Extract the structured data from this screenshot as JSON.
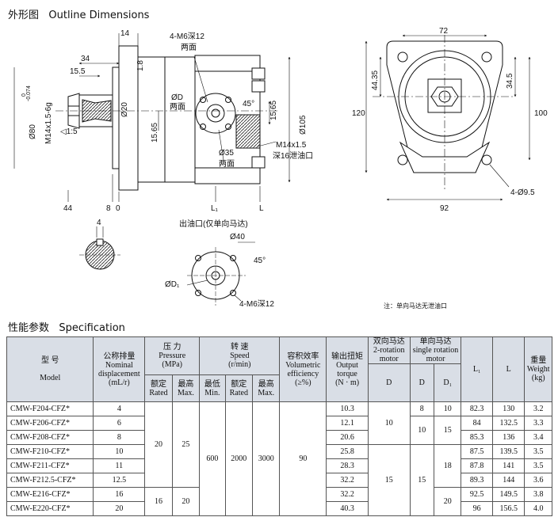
{
  "outline": {
    "title": "外形图",
    "title_en": "Outline Dimensions",
    "labels": {
      "d14": "14",
      "m6_top": "4-M6深12",
      "both_sides_1": "两面",
      "d34": "34",
      "d1_8": "1.8",
      "d15_5": "15.5",
      "phi80": "Ø80",
      "phi80_tol_up": "0",
      "phi80_tol_dn": "-0.074",
      "m14_6g": "M14x1.5-6g",
      "phi20": "Ø20",
      "phiD": "ØD",
      "both_sides_2": "两面",
      "deg45_a": "45°",
      "d15_65_a": "15.65",
      "d15_65_b": "15.65",
      "phi35": "Ø35",
      "both_sides_3": "两面",
      "m14x15": "M14x1.5",
      "drain": "深16泄油口",
      "taper": "1:5",
      "d44": "44",
      "d8": "8",
      "d0": "0",
      "L1": "L₁",
      "L": "L",
      "phi105": "Ø105",
      "d72": "72",
      "d44_35": "44.35",
      "d34_5": "34.5",
      "d120": "120",
      "d100": "100",
      "d92": "92",
      "holes": "4-Ø9.5",
      "key_w": "4",
      "outlet": "出油口(仅单向马达)",
      "phi40": "Ø40",
      "deg45_b": "45°",
      "phiD1": "ØD₁",
      "m6_bottom": "4-M6深12"
    },
    "note": "注：单向马达无泄油口"
  },
  "spec": {
    "title": "性能参数",
    "title_en": "Specification",
    "headers": {
      "model_cn": "型 号",
      "model_en": "Model",
      "disp_cn": "公称排量",
      "disp_en1": "Nominal",
      "disp_en2": "displacement",
      "disp_unit": "(mL/r)",
      "pres_cn": "压 力",
      "pres_en": "Pressure",
      "pres_unit": "(MPa)",
      "rated_cn": "额定",
      "rated_en": "Rated",
      "max_cn": "最高",
      "max_en": "Max.",
      "speed_cn": "转 速",
      "speed_en": "Speed",
      "speed_unit": "(r/min)",
      "min_cn": "最低",
      "min_en": "Min.",
      "srated_cn": "额定",
      "srated_en": "Rated",
      "smax_cn": "最高",
      "smax_en": "Max.",
      "vol_cn": "容积效率",
      "vol_en1": "Volumetric",
      "vol_en2": "efficiency",
      "vol_unit": "(≥%)",
      "torque_cn": "输出扭矩",
      "torque_en1": "Output",
      "torque_en2": "torque",
      "torque_unit": "(N · m)",
      "two_cn": "双向马达",
      "two_en1": "2-rotation",
      "two_en2": "motor",
      "single_cn": "单向马达",
      "single_en1": "single rotation",
      "single_en2": "motor",
      "D_two": "D",
      "D_single": "D",
      "D1": "D₁",
      "L1": "L₁",
      "L": "L",
      "weight_cn": "重量",
      "weight_en": "Weight",
      "weight_unit": "(kg)"
    },
    "rows": [
      {
        "model": "CMW-F204-CFZ*",
        "disp": "4",
        "torque": "10.3",
        "L1": "82.3",
        "L": "130",
        "weight": "3.2"
      },
      {
        "model": "CMW-F206-CFZ*",
        "disp": "6",
        "torque": "12.1",
        "L1": "84",
        "L": "132.5",
        "weight": "3.3"
      },
      {
        "model": "CMW-F208-CFZ*",
        "disp": "8",
        "torque": "20.6",
        "L1": "85.3",
        "L": "136",
        "weight": "3.4"
      },
      {
        "model": "CMW-F210-CFZ*",
        "disp": "10",
        "torque": "25.8",
        "L1": "87.5",
        "L": "139.5",
        "weight": "3.5"
      },
      {
        "model": "CMW-F211-CFZ*",
        "disp": "11",
        "torque": "28.3",
        "L1": "87.8",
        "L": "141",
        "weight": "3.5"
      },
      {
        "model": "CMW-F212.5-CFZ*",
        "disp": "12.5",
        "torque": "32.2",
        "L1": "89.3",
        "L": "144",
        "weight": "3.6"
      },
      {
        "model": "CMW-E216-CFZ*",
        "disp": "16",
        "torque": "32.2",
        "L1": "92.5",
        "L": "149.5",
        "weight": "3.8"
      },
      {
        "model": "CMW-E220-CFZ*",
        "disp": "20",
        "torque": "40.3",
        "L1": "96",
        "L": "156.5",
        "weight": "4.0"
      }
    ],
    "merged": {
      "rated_20": "20",
      "max_25": "25",
      "rated_16": "16",
      "max_20": "20",
      "speed_min": "600",
      "speed_rated": "2000",
      "speed_max": "3000",
      "vol_eff": "90",
      "twoD_10": "10",
      "twoD_15": "15",
      "sD_8": "8",
      "sD1_10": "10",
      "sD_10": "10",
      "sD1_15": "15",
      "sD1_18": "18",
      "sD_15": "15",
      "sD1_20": "20"
    }
  }
}
